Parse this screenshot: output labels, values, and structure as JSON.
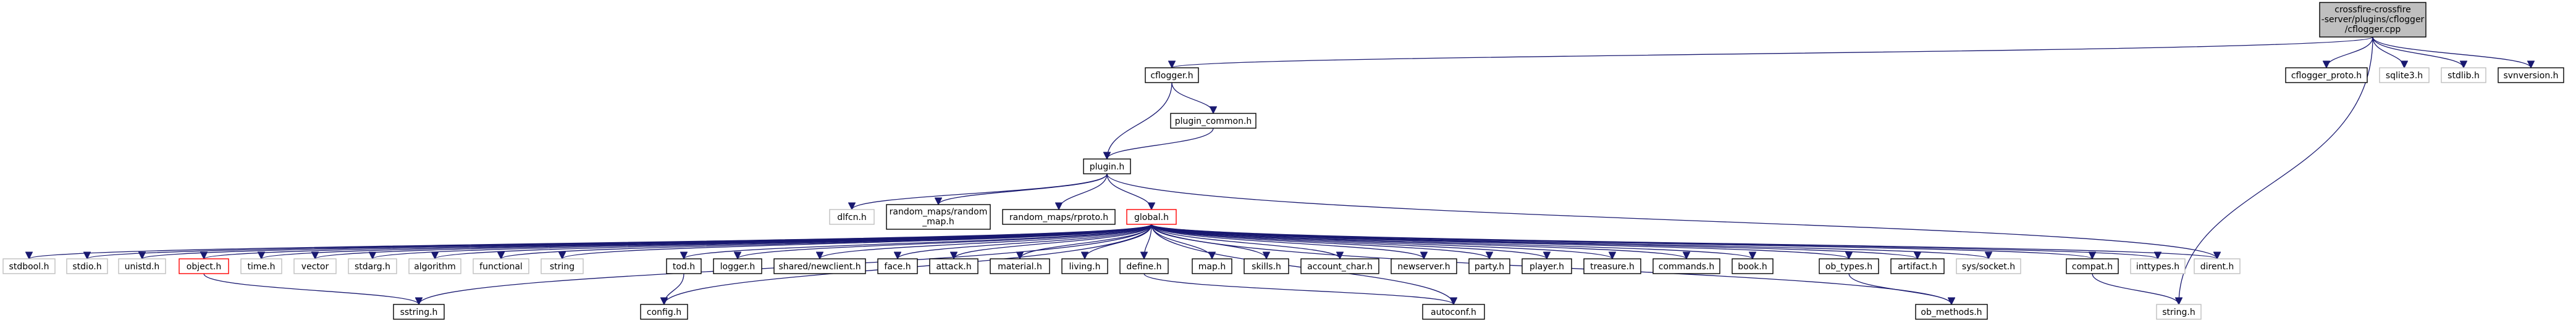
{
  "graph": {
    "root": "crossfire-crossfire-server/plugins/cflogger/cflogger.cpp",
    "nodes": [
      {
        "id": "root",
        "label": [
          "crossfire-crossfire",
          "-server/plugins/cflogger",
          "/cflogger.cpp"
        ],
        "kind": "root"
      },
      {
        "id": "cflogger_h",
        "label": [
          "cflogger.h"
        ],
        "kind": "doc"
      },
      {
        "id": "cflogger_proto_h",
        "label": [
          "cflogger_proto.h"
        ],
        "kind": "doc"
      },
      {
        "id": "sqlite3_h",
        "label": [
          "sqlite3.h"
        ],
        "kind": "sys"
      },
      {
        "id": "stdlib_h",
        "label": [
          "stdlib.h"
        ],
        "kind": "sys"
      },
      {
        "id": "svnversion_h",
        "label": [
          "svnversion.h"
        ],
        "kind": "doc"
      },
      {
        "id": "plugin_common_h",
        "label": [
          "plugin_common.h"
        ],
        "kind": "doc"
      },
      {
        "id": "plugin_h",
        "label": [
          "plugin.h"
        ],
        "kind": "doc"
      },
      {
        "id": "dlfcn_h",
        "label": [
          "dlfcn.h"
        ],
        "kind": "sys"
      },
      {
        "id": "random_map_h",
        "label": [
          "random_maps/random",
          "_map.h"
        ],
        "kind": "doc"
      },
      {
        "id": "rproto_h",
        "label": [
          "random_maps/rproto.h"
        ],
        "kind": "doc"
      },
      {
        "id": "global_h",
        "label": [
          "global.h"
        ],
        "kind": "trunc"
      },
      {
        "id": "dirent_h",
        "label": [
          "dirent.h"
        ],
        "kind": "sys"
      },
      {
        "id": "stdbool_h",
        "label": [
          "stdbool.h"
        ],
        "kind": "sys"
      },
      {
        "id": "stdio_h",
        "label": [
          "stdio.h"
        ],
        "kind": "sys"
      },
      {
        "id": "unistd_h",
        "label": [
          "unistd.h"
        ],
        "kind": "sys"
      },
      {
        "id": "object_h",
        "label": [
          "object.h"
        ],
        "kind": "trunc"
      },
      {
        "id": "time_h",
        "label": [
          "time.h"
        ],
        "kind": "sys"
      },
      {
        "id": "vector",
        "label": [
          "vector"
        ],
        "kind": "sys"
      },
      {
        "id": "stdarg_h",
        "label": [
          "stdarg.h"
        ],
        "kind": "sys"
      },
      {
        "id": "algorithm",
        "label": [
          "algorithm"
        ],
        "kind": "sys"
      },
      {
        "id": "functional",
        "label": [
          "functional"
        ],
        "kind": "sys"
      },
      {
        "id": "string",
        "label": [
          "string"
        ],
        "kind": "sys"
      },
      {
        "id": "tod_h",
        "label": [
          "tod.h"
        ],
        "kind": "doc"
      },
      {
        "id": "logger_h",
        "label": [
          "logger.h"
        ],
        "kind": "doc"
      },
      {
        "id": "newclient_h",
        "label": [
          "shared/newclient.h"
        ],
        "kind": "doc"
      },
      {
        "id": "face_h",
        "label": [
          "face.h"
        ],
        "kind": "doc"
      },
      {
        "id": "attack_h",
        "label": [
          "attack.h"
        ],
        "kind": "doc"
      },
      {
        "id": "material_h",
        "label": [
          "material.h"
        ],
        "kind": "doc"
      },
      {
        "id": "living_h",
        "label": [
          "living.h"
        ],
        "kind": "doc"
      },
      {
        "id": "define_h",
        "label": [
          "define.h"
        ],
        "kind": "doc"
      },
      {
        "id": "map_h",
        "label": [
          "map.h"
        ],
        "kind": "doc"
      },
      {
        "id": "skills_h",
        "label": [
          "skills.h"
        ],
        "kind": "doc"
      },
      {
        "id": "account_char_h",
        "label": [
          "account_char.h"
        ],
        "kind": "doc"
      },
      {
        "id": "newserver_h",
        "label": [
          "newserver.h"
        ],
        "kind": "doc"
      },
      {
        "id": "party_h",
        "label": [
          "party.h"
        ],
        "kind": "doc"
      },
      {
        "id": "player_h",
        "label": [
          "player.h"
        ],
        "kind": "doc"
      },
      {
        "id": "treasure_h",
        "label": [
          "treasure.h"
        ],
        "kind": "doc"
      },
      {
        "id": "commands_h",
        "label": [
          "commands.h"
        ],
        "kind": "doc"
      },
      {
        "id": "book_h",
        "label": [
          "book.h"
        ],
        "kind": "doc"
      },
      {
        "id": "ob_types_h",
        "label": [
          "ob_types.h"
        ],
        "kind": "doc"
      },
      {
        "id": "artifact_h",
        "label": [
          "artifact.h"
        ],
        "kind": "doc"
      },
      {
        "id": "socket_h",
        "label": [
          "sys/socket.h"
        ],
        "kind": "sys"
      },
      {
        "id": "compat_h",
        "label": [
          "compat.h"
        ],
        "kind": "doc"
      },
      {
        "id": "inttypes_h",
        "label": [
          "inttypes.h"
        ],
        "kind": "sys"
      },
      {
        "id": "sstring_h",
        "label": [
          "sstring.h"
        ],
        "kind": "doc"
      },
      {
        "id": "config_h",
        "label": [
          "config.h"
        ],
        "kind": "doc"
      },
      {
        "id": "autoconf_h",
        "label": [
          "autoconf.h"
        ],
        "kind": "doc"
      },
      {
        "id": "ob_methods_h",
        "label": [
          "ob_methods.h"
        ],
        "kind": "doc"
      },
      {
        "id": "string_h",
        "label": [
          "string.h"
        ],
        "kind": "sys"
      }
    ],
    "edges": [
      [
        "root",
        "cflogger_h"
      ],
      [
        "root",
        "cflogger_proto_h"
      ],
      [
        "root",
        "sqlite3_h"
      ],
      [
        "root",
        "stdlib_h"
      ],
      [
        "root",
        "svnversion_h"
      ],
      [
        "root",
        "string_h"
      ],
      [
        "cflogger_h",
        "plugin_common_h"
      ],
      [
        "cflogger_h",
        "plugin_h"
      ],
      [
        "plugin_common_h",
        "plugin_h"
      ],
      [
        "plugin_h",
        "dlfcn_h"
      ],
      [
        "plugin_h",
        "random_map_h"
      ],
      [
        "plugin_h",
        "rproto_h"
      ],
      [
        "plugin_h",
        "global_h"
      ],
      [
        "plugin_h",
        "dirent_h"
      ],
      [
        "global_h",
        "stdbool_h"
      ],
      [
        "global_h",
        "stdio_h"
      ],
      [
        "global_h",
        "unistd_h"
      ],
      [
        "global_h",
        "object_h"
      ],
      [
        "global_h",
        "time_h"
      ],
      [
        "global_h",
        "vector"
      ],
      [
        "global_h",
        "stdarg_h"
      ],
      [
        "global_h",
        "algorithm"
      ],
      [
        "global_h",
        "functional"
      ],
      [
        "global_h",
        "string"
      ],
      [
        "global_h",
        "sstring_h"
      ],
      [
        "global_h",
        "config_h"
      ],
      [
        "global_h",
        "tod_h"
      ],
      [
        "global_h",
        "logger_h"
      ],
      [
        "global_h",
        "newclient_h"
      ],
      [
        "global_h",
        "face_h"
      ],
      [
        "global_h",
        "attack_h"
      ],
      [
        "global_h",
        "material_h"
      ],
      [
        "global_h",
        "living_h"
      ],
      [
        "global_h",
        "define_h"
      ],
      [
        "global_h",
        "map_h"
      ],
      [
        "global_h",
        "skills_h"
      ],
      [
        "global_h",
        "account_char_h"
      ],
      [
        "global_h",
        "newserver_h"
      ],
      [
        "global_h",
        "party_h"
      ],
      [
        "global_h",
        "player_h"
      ],
      [
        "global_h",
        "treasure_h"
      ],
      [
        "global_h",
        "commands_h"
      ],
      [
        "global_h",
        "book_h"
      ],
      [
        "global_h",
        "autoconf_h"
      ],
      [
        "global_h",
        "ob_types_h"
      ],
      [
        "global_h",
        "artifact_h"
      ],
      [
        "global_h",
        "socket_h"
      ],
      [
        "global_h",
        "ob_methods_h"
      ],
      [
        "global_h",
        "compat_h"
      ],
      [
        "global_h",
        "inttypes_h"
      ],
      [
        "global_h",
        "dirent_h"
      ],
      [
        "object_h",
        "sstring_h"
      ],
      [
        "tod_h",
        "config_h"
      ],
      [
        "define_h",
        "autoconf_h"
      ],
      [
        "ob_types_h",
        "ob_methods_h"
      ],
      [
        "compat_h",
        "string_h"
      ]
    ]
  }
}
